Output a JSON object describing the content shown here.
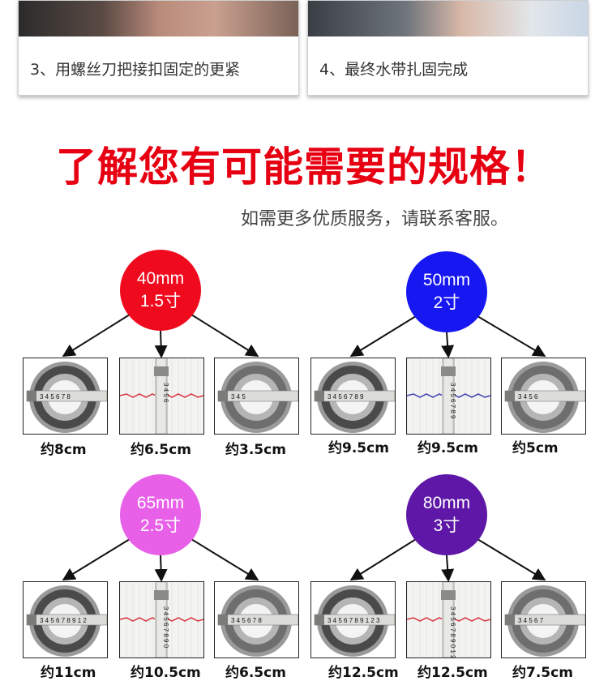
{
  "steps": [
    {
      "label": "3、用螺丝刀把接扣固定的更紧"
    },
    {
      "label": "4、最终水带扎固完成"
    }
  ],
  "headline": "了解您有可能需要的规格！",
  "subline": "如需更多优质服务，请联系客服。",
  "colors": {
    "red": "#e60012",
    "blue": "#1313ff",
    "magenta": "#e65ee6",
    "purple": "#5c1aa8"
  },
  "specs": [
    {
      "size": "40mm",
      "cun": "1.5寸",
      "color": "#f00a1e",
      "items": [
        {
          "type": "coupling",
          "caption": "约8cm",
          "ruler": "3 4 5 6 7 8"
        },
        {
          "type": "hose",
          "caption": "约6.5cm",
          "ruler": "3 4 5 6"
        },
        {
          "type": "ring",
          "caption": "约3.5cm",
          "ruler": "3 4 5"
        }
      ]
    },
    {
      "size": "50mm",
      "cun": "2寸",
      "color": "#1717f2",
      "items": [
        {
          "type": "coupling",
          "caption": "约9.5cm",
          "ruler": "3 4 5 6 7 8 9"
        },
        {
          "type": "hose",
          "caption": "约9.5cm",
          "ruler": "3 4 5 6 7 8 9"
        },
        {
          "type": "ring",
          "caption": "约5cm",
          "ruler": "3 4 5 6"
        }
      ]
    },
    {
      "size": "65mm",
      "cun": "2.5寸",
      "color": "#e860e8",
      "items": [
        {
          "type": "coupling",
          "caption": "约11cm",
          "ruler": "3 4 5 6 7 8 9 1 2"
        },
        {
          "type": "hose",
          "caption": "约10.5cm",
          "ruler": "3 4 5 6 7 8 9 0"
        },
        {
          "type": "ring",
          "caption": "约6.5cm",
          "ruler": "3 4 5 6 7 8"
        }
      ]
    },
    {
      "size": "80mm",
      "cun": "3寸",
      "color": "#5e17a6",
      "items": [
        {
          "type": "coupling",
          "caption": "约12.5cm",
          "ruler": "3 4 5 6 7 8 9 1 2 3"
        },
        {
          "type": "hose",
          "caption": "约12.5cm",
          "ruler": "3 4 5 6 7 8 9 0 1 2"
        },
        {
          "type": "ring",
          "caption": "约7.5cm",
          "ruler": "3 4 5 6 7"
        }
      ]
    }
  ]
}
